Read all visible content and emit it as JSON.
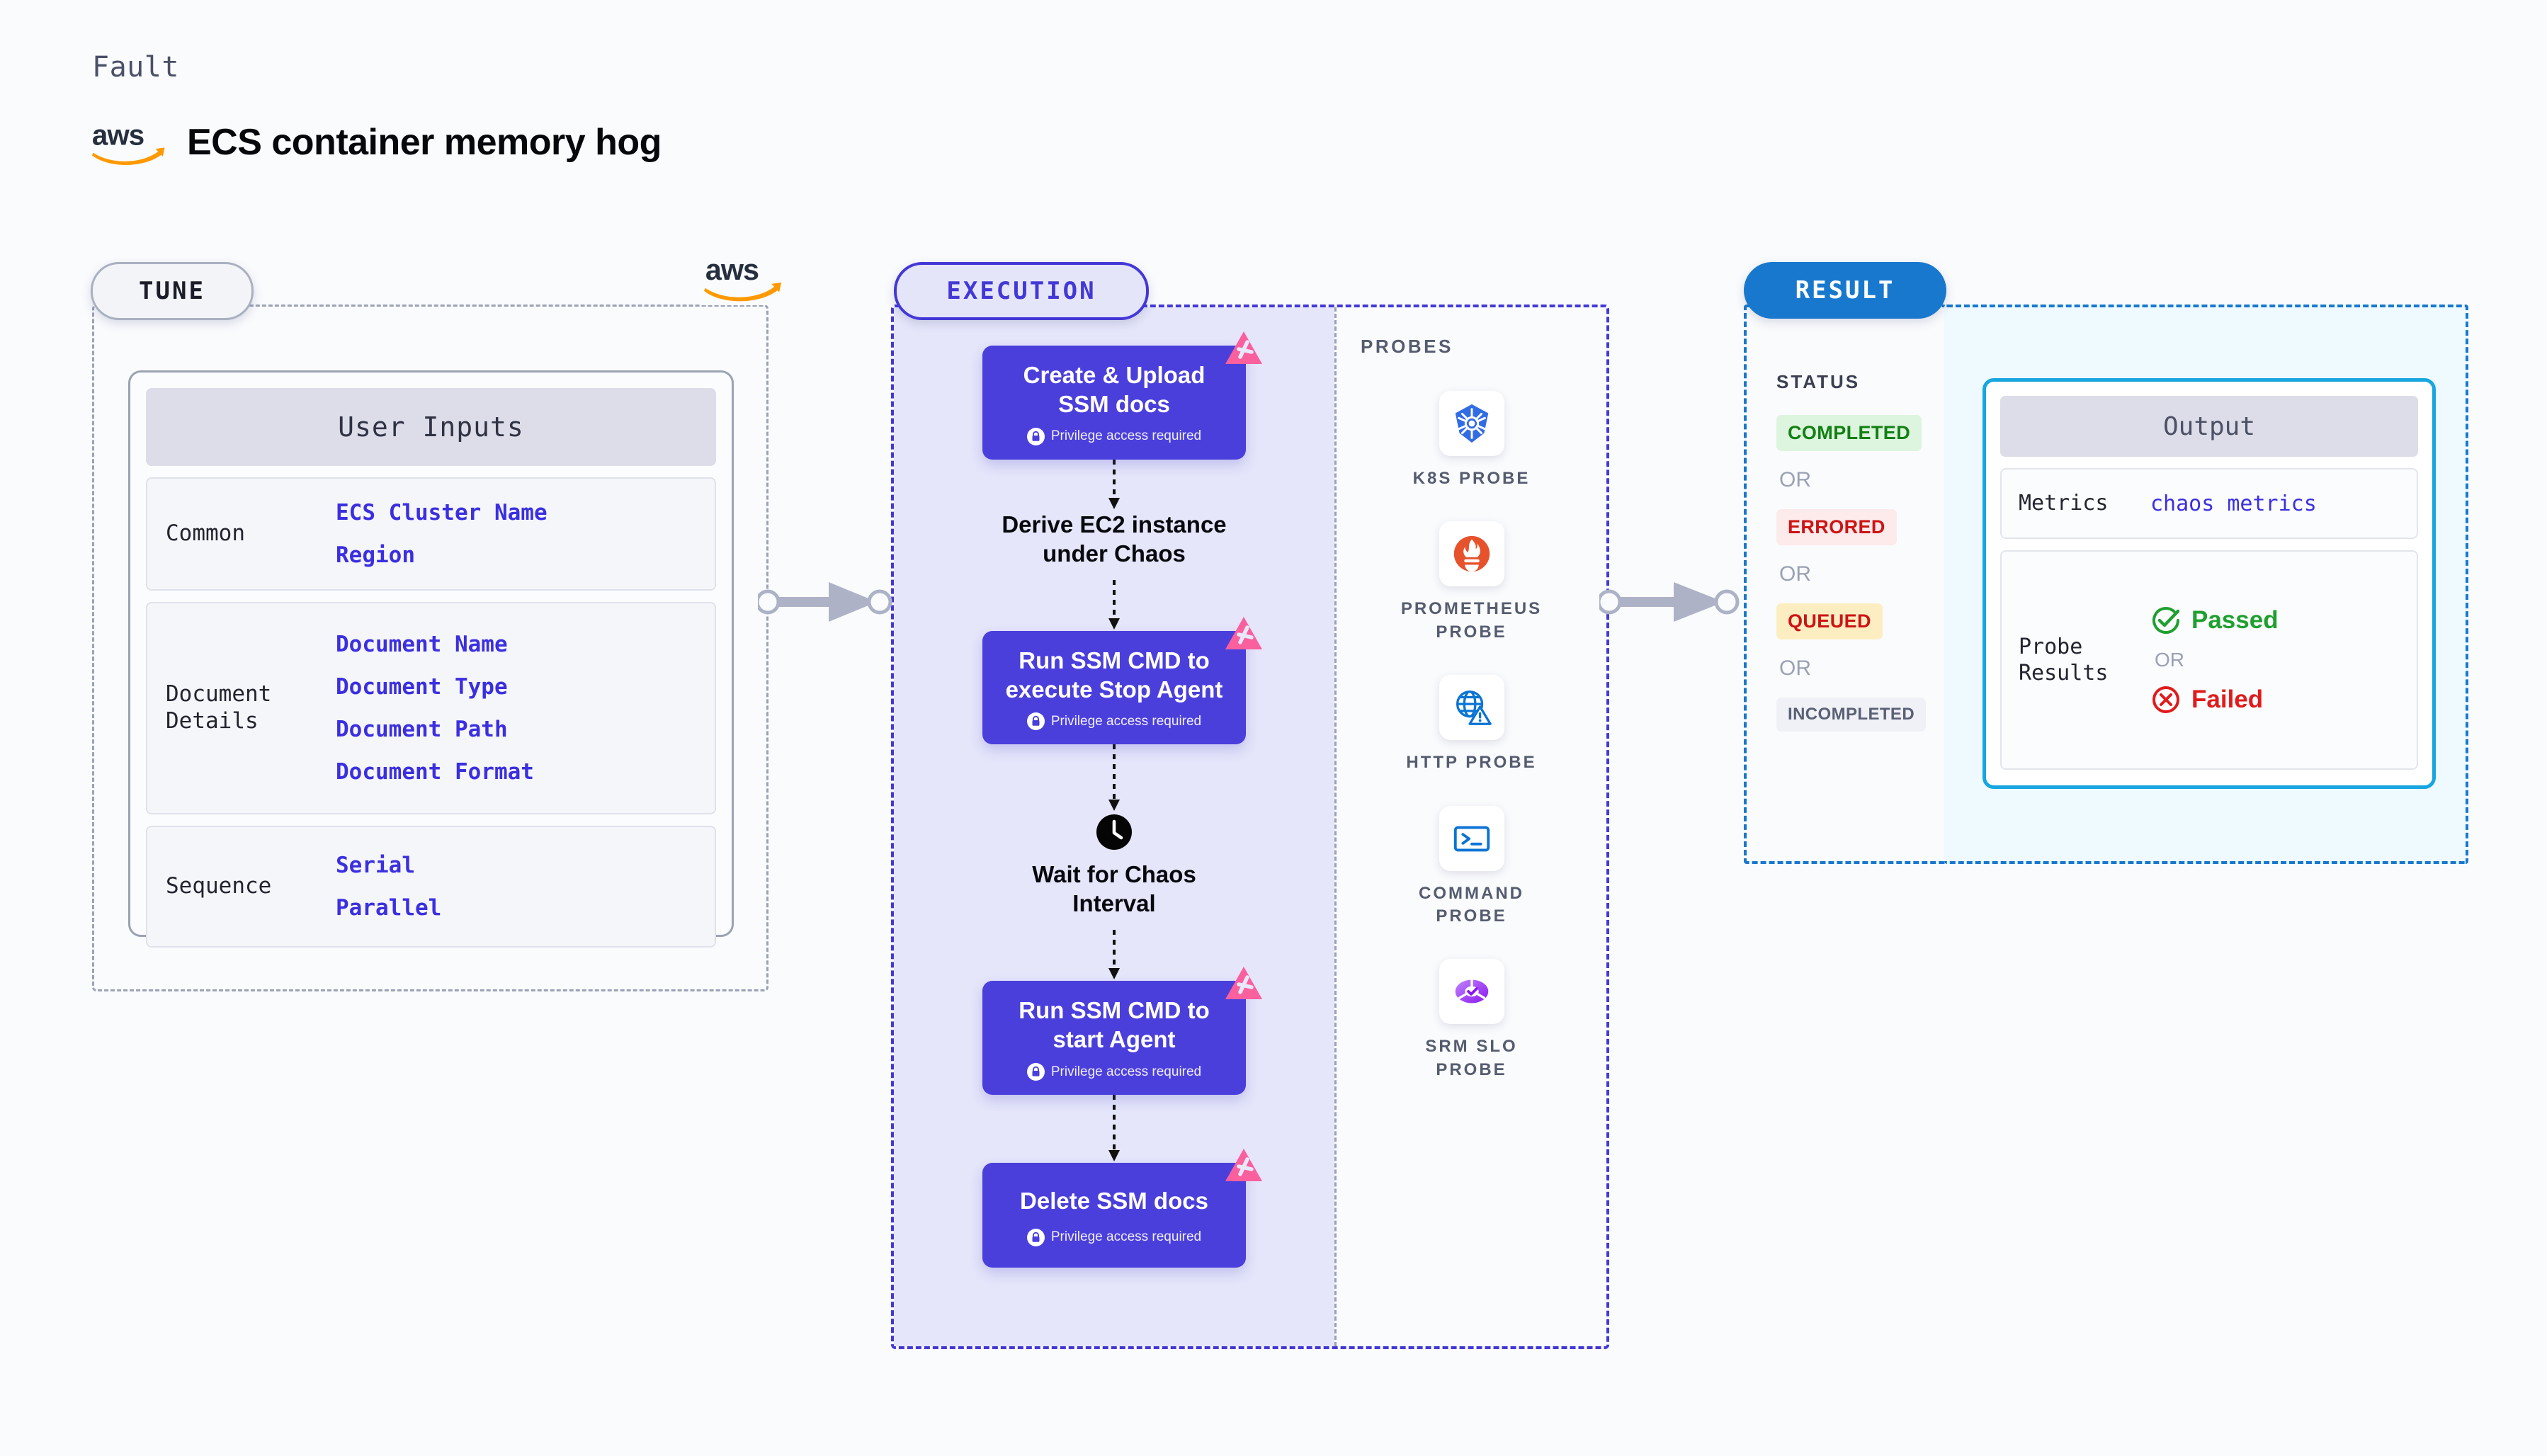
{
  "header": {
    "kicker": "Fault",
    "logo_icon": "aws-logo",
    "title": "ECS container memory hog"
  },
  "tune": {
    "pill_label": "TUNE",
    "brand_icon": "aws-logo",
    "card_title": "User Inputs",
    "groups": [
      {
        "label": "Common",
        "values": [
          "ECS Cluster Name",
          "Region"
        ]
      },
      {
        "label": "Document\nDetails",
        "label_l1": "Document",
        "label_l2": "Details",
        "values": [
          "Document Name",
          "Document Type",
          "Document Path",
          "Document Format"
        ]
      },
      {
        "label": "Sequence",
        "values": [
          "Serial",
          "Parallel"
        ]
      }
    ]
  },
  "execution": {
    "pill_label": "EXECUTION",
    "privilege_note": "Privilege access required",
    "lock_icon": "lock-icon",
    "chaos_icon": "chaos-badge-icon",
    "clock_icon": "clock-icon",
    "steps": [
      {
        "type": "box",
        "title_l1": "Create & Upload",
        "title_l2": "SSM docs",
        "privileged": true
      },
      {
        "type": "plain",
        "title_l1": "Derive EC2 instance",
        "title_l2": "under Chaos"
      },
      {
        "type": "box",
        "title_l1": "Run SSM CMD to",
        "title_l2": "execute Stop Agent",
        "privileged": true
      },
      {
        "type": "clock",
        "title_l1": "Wait for Chaos",
        "title_l2": "Interval"
      },
      {
        "type": "box",
        "title_l1": "Run SSM CMD to",
        "title_l2": "start Agent",
        "privileged": true
      },
      {
        "type": "box",
        "title_l1": "Delete SSM docs",
        "title_l2": "",
        "privileged": true
      }
    ],
    "probes_title": "PROBES",
    "probes": [
      {
        "icon": "kubernetes-icon",
        "name_l1": "K8S PROBE",
        "name_l2": ""
      },
      {
        "icon": "prometheus-icon",
        "name_l1": "PROMETHEUS",
        "name_l2": "PROBE"
      },
      {
        "icon": "http-globe-icon",
        "name_l1": "HTTP PROBE",
        "name_l2": ""
      },
      {
        "icon": "terminal-icon",
        "name_l1": "COMMAND",
        "name_l2": "PROBE"
      },
      {
        "icon": "srm-slo-icon",
        "name_l1": "SRM SLO",
        "name_l2": "PROBE"
      }
    ]
  },
  "result": {
    "pill_label": "RESULT",
    "status_label": "STATUS",
    "or_label": "OR",
    "statuses": [
      {
        "label": "COMPLETED",
        "bg": "#ddf5df",
        "fg": "#128012"
      },
      {
        "label": "ERRORED",
        "bg": "#fdeaea",
        "fg": "#cc1414"
      },
      {
        "label": "QUEUED",
        "bg": "#fdeec2",
        "fg": "#cc1414"
      },
      {
        "label": "INCOMPLETED",
        "bg": "#eff1f6",
        "fg": "#5a6076"
      }
    ],
    "output": {
      "card_title": "Output",
      "metrics_label": "Metrics",
      "metrics_value": "chaos metrics",
      "probe_results_label_l1": "Probe",
      "probe_results_label_l2": "Results",
      "passed_label": "Passed",
      "failed_label": "Failed",
      "or_label": "OR",
      "pass_icon": "check-circle-icon",
      "fail_icon": "x-circle-icon"
    }
  },
  "colors": {
    "accent_purple": "#4338d6",
    "step_purple": "#4b3fdc",
    "result_blue": "#1878ce",
    "output_cyan": "#17a6e0",
    "chaos_pink": "#fa5f9e",
    "link_blue": "#3b2fe0",
    "aws_orange": "#ff9900"
  }
}
